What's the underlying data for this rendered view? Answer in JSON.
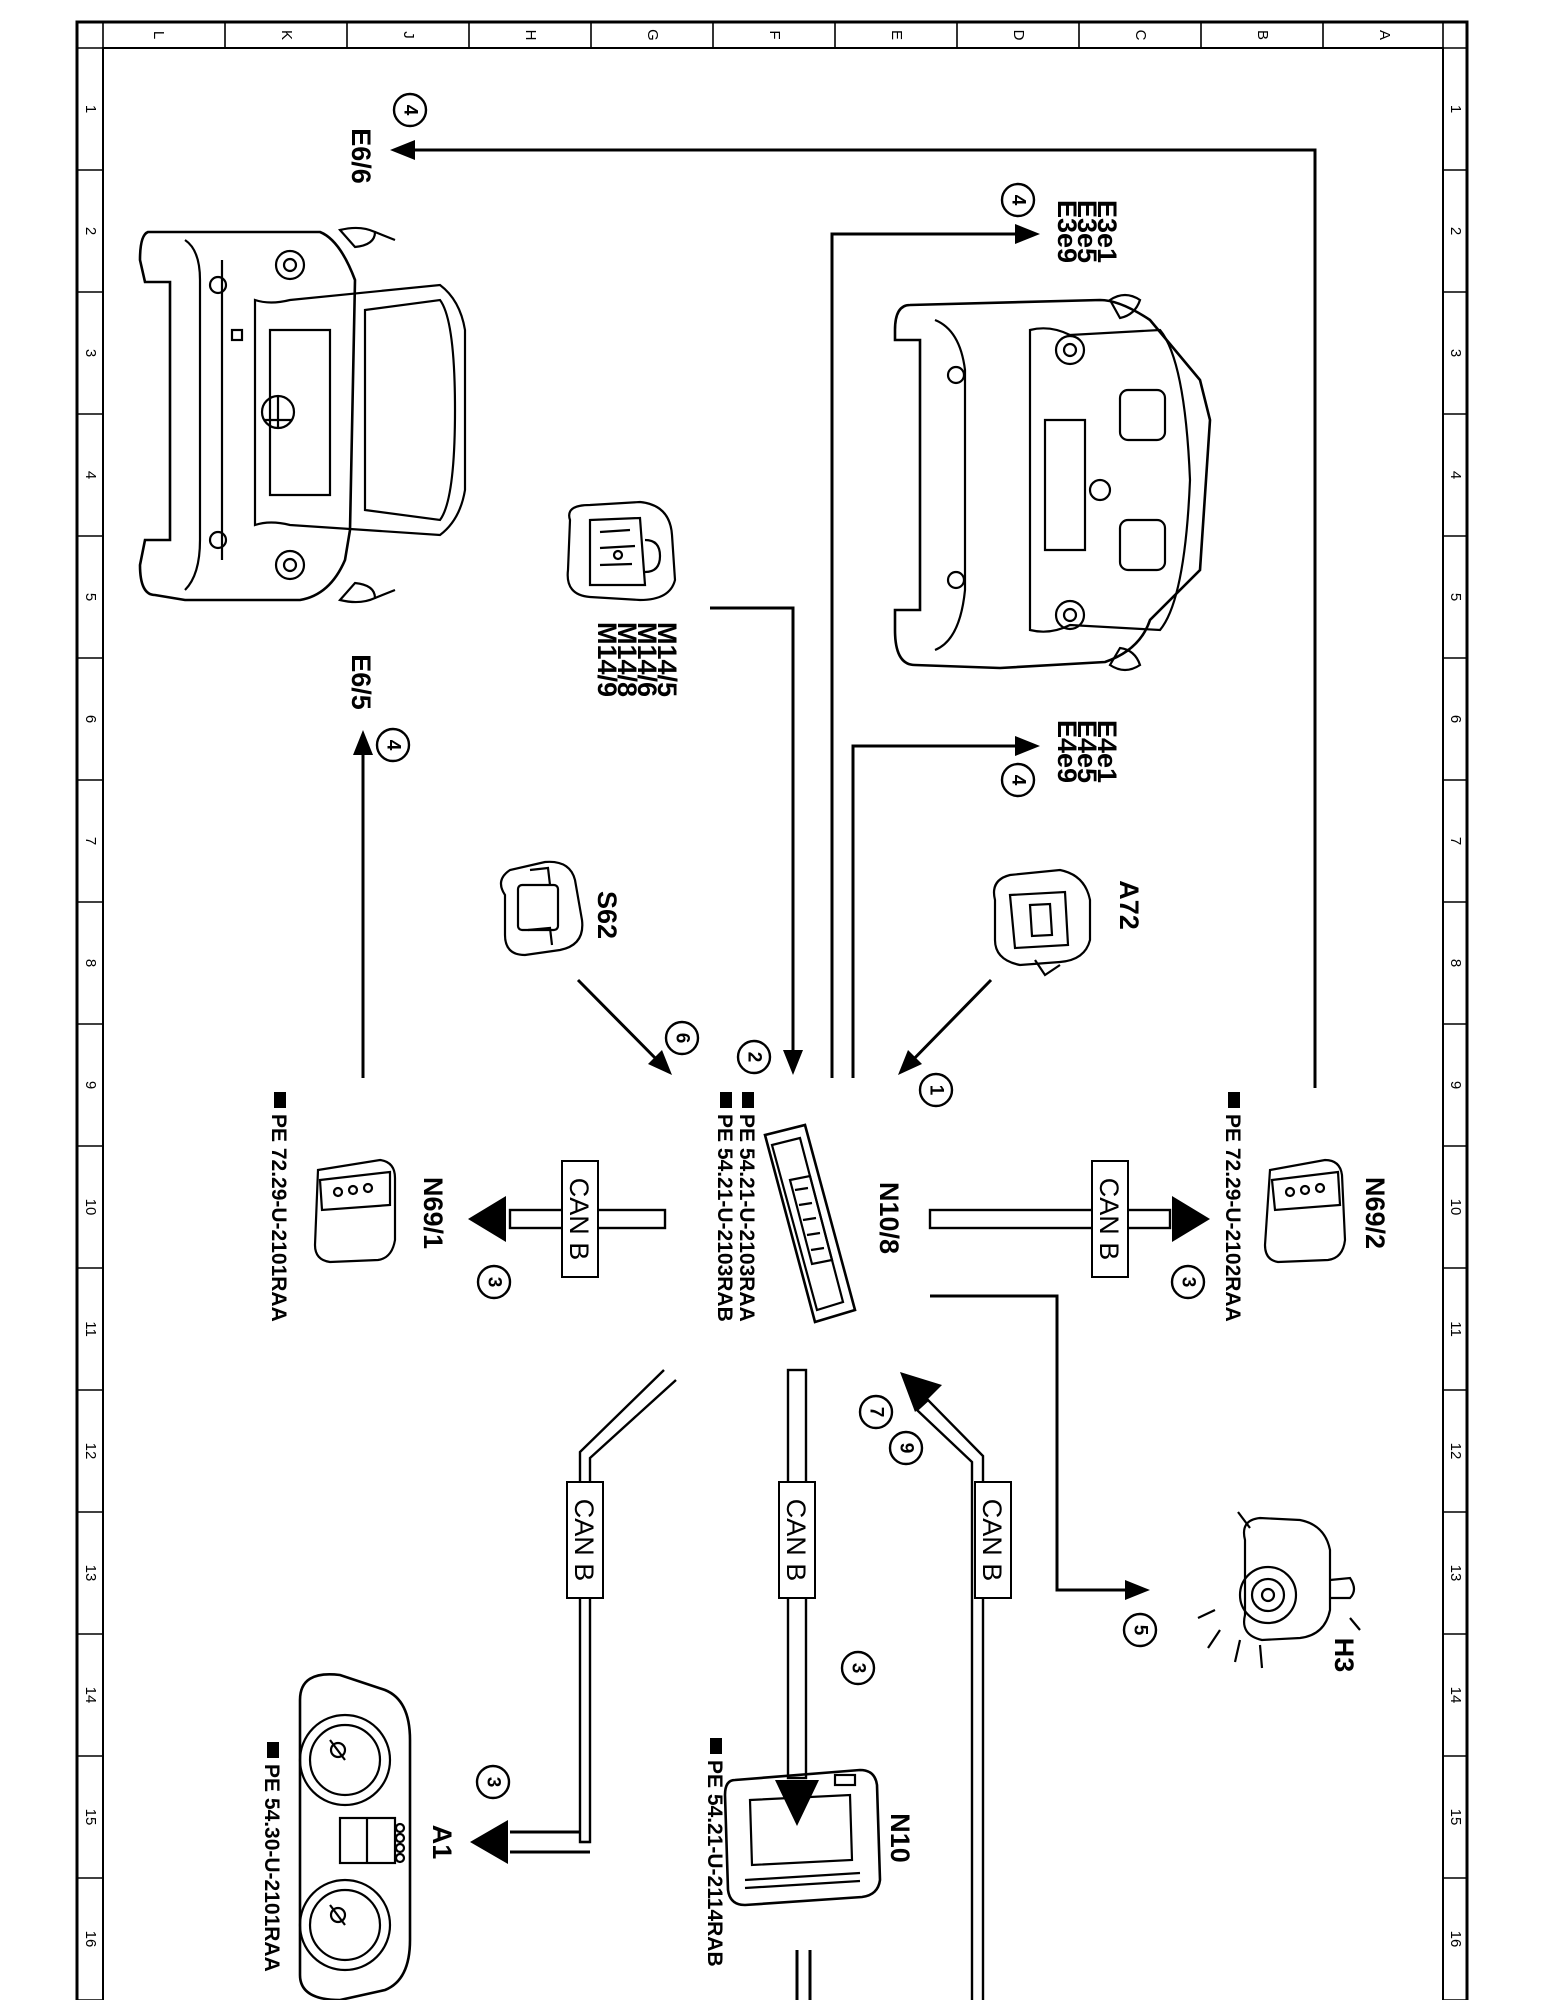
{
  "grid": {
    "letters": [
      "L",
      "K",
      "J",
      "H",
      "G",
      "F",
      "E",
      "D",
      "C",
      "B",
      "A"
    ],
    "numbers": [
      "1",
      "2",
      "3",
      "4",
      "5",
      "6",
      "7",
      "8",
      "9",
      "10",
      "11",
      "12",
      "13",
      "14",
      "15",
      "16"
    ]
  },
  "components": {
    "e6_6": "E6/6",
    "e6_5": "E6/5",
    "e3_1": "E3e1",
    "e3_2": "E3e5",
    "e3_3": "E3e9",
    "e4_1": "E4e1",
    "e4_2": "E4e5",
    "e4_3": "E4e9",
    "m14_1": "M14/5",
    "m14_2": "M14/6",
    "m14_3": "M14/8",
    "m14_4": "M14/9",
    "s62": "S62",
    "a72": "A72",
    "n10_8": "N10/8",
    "n69_1": "N69/1",
    "n69_2": "N69/2",
    "h3": "H3",
    "a1": "A1",
    "n10": "N10"
  },
  "references": {
    "n69_2_ref": "PE  72.29-U-2102RAA",
    "n69_1_ref": "PE  72.29-U-2101RAA",
    "n10_8_ref1": "PE  54.21-U-2103RAA",
    "n10_8_ref2": "PE  54.21-U-2103RAB",
    "a1_ref": "PE  54.30-U-2101RAA",
    "n10_ref": "PE  54.21-U-2114RAB"
  },
  "signals": {
    "s1": "1",
    "s2": "2",
    "s3": "3",
    "s4": "4",
    "s5": "5",
    "s6": "6",
    "s7": "7",
    "s9": "9"
  },
  "can_label": "CAN B"
}
